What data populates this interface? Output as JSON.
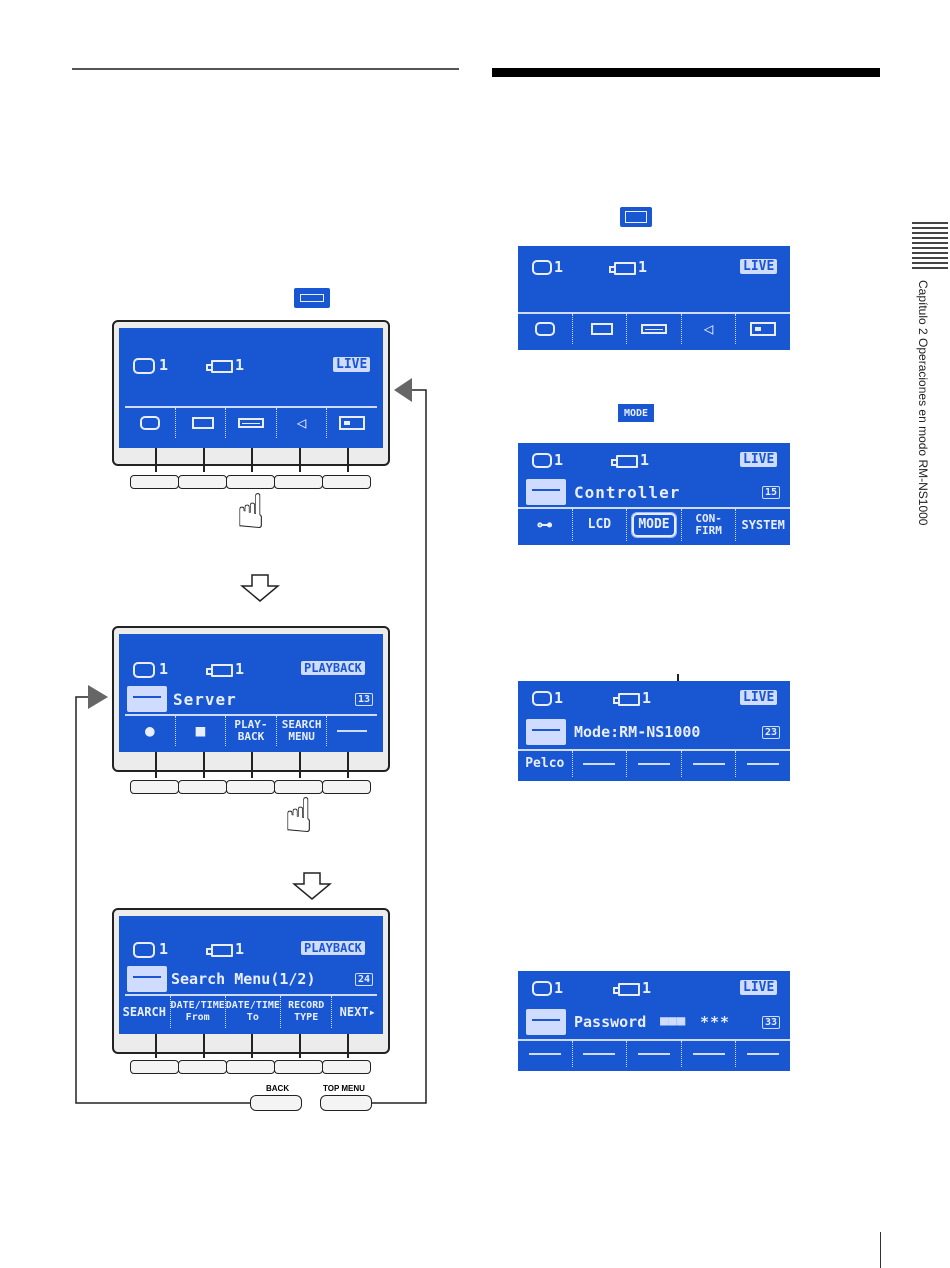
{
  "sidebar": {
    "chapter": "Capítulo 2 Operaciones en modo RM-NS1000"
  },
  "status": {
    "monitor": "1",
    "camera": "1",
    "live": "LIVE",
    "playback": "PLAYBACK"
  },
  "top_menu": {
    "items": [
      "monitor",
      "camera",
      "recorder",
      "speaker",
      "controller"
    ]
  },
  "screen_server": {
    "title": "Server",
    "num": "13",
    "items": [
      "●",
      "■",
      "PLAY-\nBACK",
      "SEARCH\nMENU",
      ""
    ]
  },
  "screen_search": {
    "title": "Search Menu(1/2)",
    "num": "24",
    "items": [
      "SEARCH",
      "DATE/TIME\nFrom",
      "DATE/TIME\nTo",
      "RECORD\nTYPE",
      "NEXT▸"
    ]
  },
  "screen_controller": {
    "title": "Controller",
    "num": "15",
    "items": [
      "⊶",
      "LCD",
      "MODE",
      "CON-\nFIRM",
      "SYSTEM"
    ]
  },
  "inline_mode": "MODE",
  "screen_mode": {
    "title": "Mode:RM-NS1000",
    "num": "23",
    "items": [
      "Pelco",
      "",
      "",
      "",
      ""
    ]
  },
  "screen_password": {
    "title": "Password",
    "num": "33",
    "pw_filled": "■■■",
    "pw_masked": "***"
  },
  "buttons": {
    "back": "BACK",
    "top_menu": "TOP MENU"
  }
}
